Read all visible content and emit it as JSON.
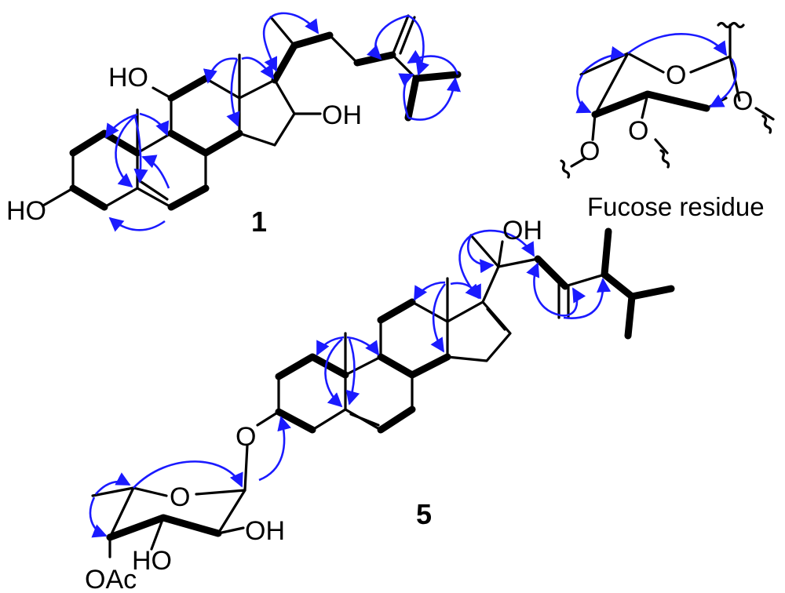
{
  "compound_1": {
    "number": "1",
    "labels": {
      "oh_c11": "HO",
      "oh_c16": "OH",
      "oh_c3": "HO"
    }
  },
  "fucose_fragment": {
    "caption": "Fucose residue",
    "labels": {
      "ring_o": "O",
      "o_c2": "O",
      "o_c3": "O",
      "o_c4": "O"
    }
  },
  "compound_5": {
    "number": "5",
    "labels": {
      "oh_c20": "OH",
      "o_link": "O",
      "ring_o": "O",
      "oh_c2": "OH",
      "ho_c3": "HO",
      "oac_c4": "OAc"
    }
  },
  "colors": {
    "hmbc_arrow": "#1a1aff",
    "bond": "#000000"
  }
}
